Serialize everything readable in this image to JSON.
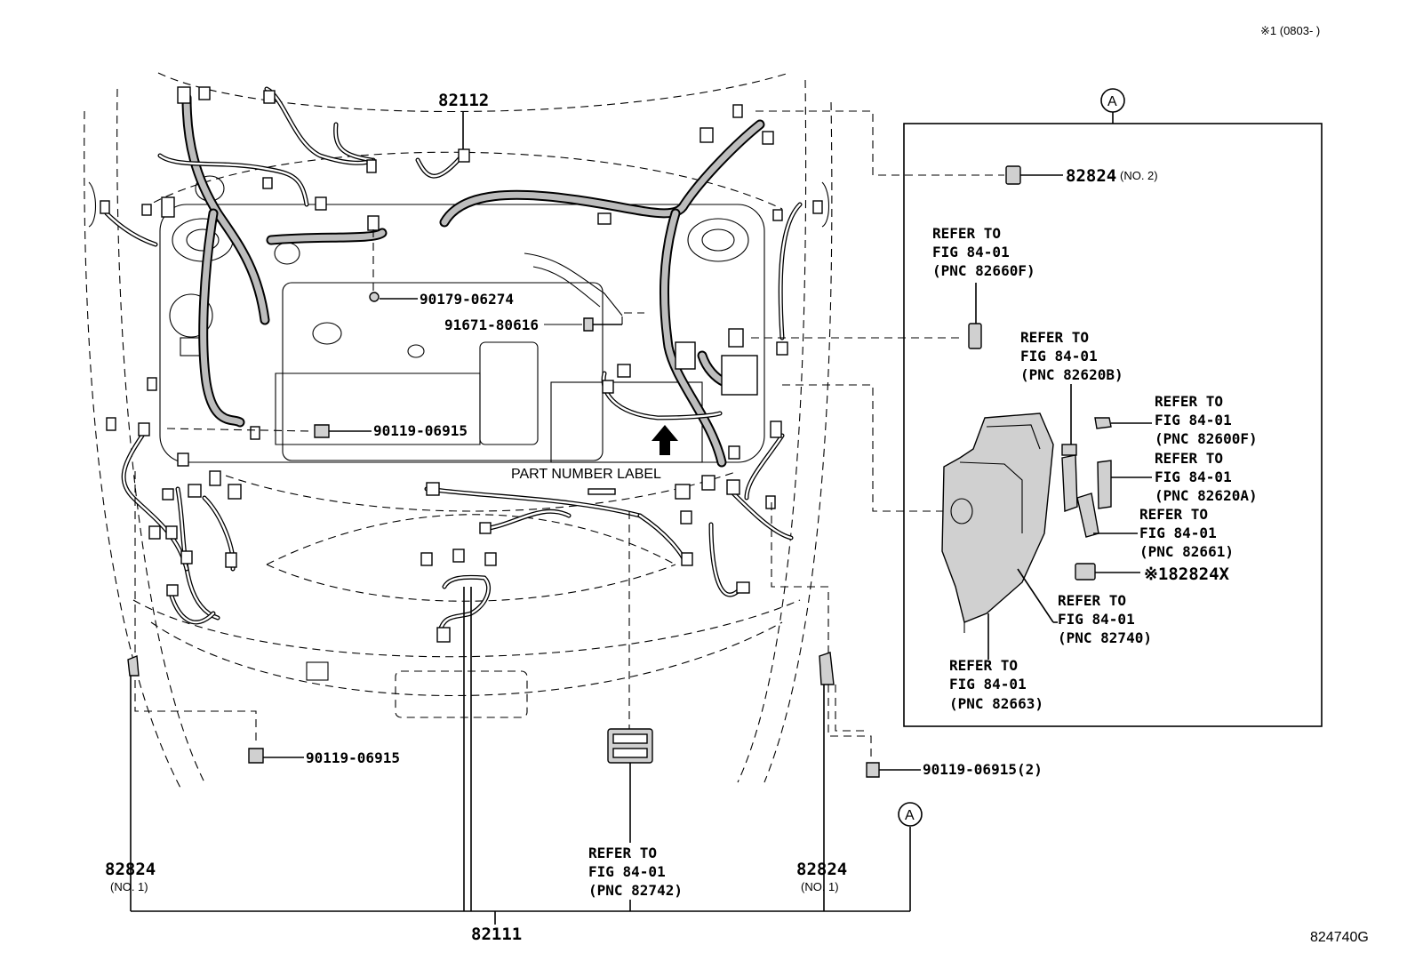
{
  "header": {
    "note": "※1 (0803-      )"
  },
  "diagram_code": "824740G",
  "callout_letter": "A",
  "labels": {
    "p82112": "82112",
    "p82111": "82111",
    "p82824_left": "82824",
    "p82824_left_sub": "(NO. 1)",
    "p82824_right": "82824",
    "p82824_right_sub": "(NO. 1)",
    "p82824_top": "82824",
    "p82824_top_sub": "(NO. 2)",
    "p82824x": "※182824X",
    "bolt_90179": "90179-06274",
    "bolt_91671": "91671-80616",
    "bolt_90119_mid": "90119-06915",
    "bolt_90119_low": "90119-06915",
    "bolt_90119_right": "90119-06915(2)",
    "part_number_label": "PART NUMBER LABEL"
  },
  "refer": {
    "r82660f": [
      "REFER TO",
      "FIG 84-01",
      "(PNC 82660F)"
    ],
    "r82620b": [
      "REFER TO",
      "FIG 84-01",
      "(PNC 82620B)"
    ],
    "r82600f": [
      "REFER TO",
      "FIG 84-01",
      "(PNC 82600F)"
    ],
    "r82620a": [
      "REFER TO",
      "FIG 84-01",
      "(PNC 82620A)"
    ],
    "r82661": [
      "REFER TO",
      "FIG 84-01",
      "(PNC 82661)"
    ],
    "r82740": [
      "REFER TO",
      "FIG 84-01",
      "(PNC 82740)"
    ],
    "r82663": [
      "REFER TO",
      "FIG 84-01",
      "(PNC 82663)"
    ],
    "r82742": [
      "REFER TO",
      "FIG 84-01",
      "(PNC 82742)"
    ]
  }
}
